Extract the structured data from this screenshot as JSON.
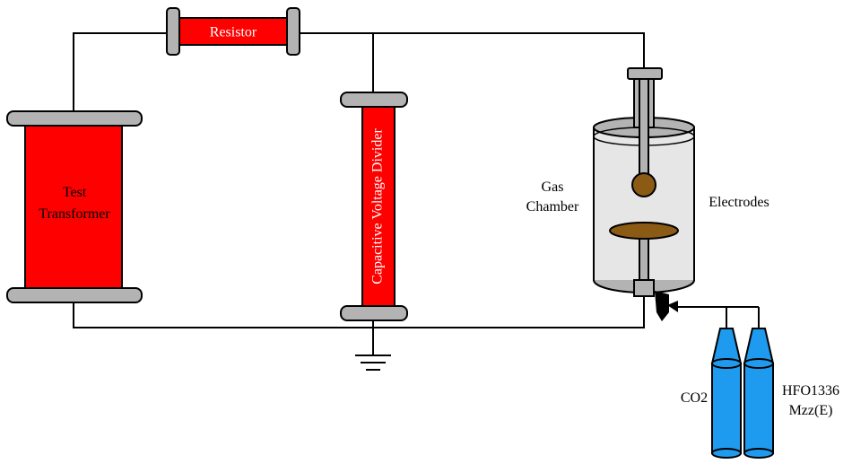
{
  "labels": {
    "resistor": "Resistor",
    "transformer_line1": "Test",
    "transformer_line2": "Transformer",
    "divider": "Capacitive Voltage Divider",
    "chamber_line1": "Gas",
    "chamber_line2": "Chamber",
    "electrodes": "Electrodes",
    "gas1": "CO2",
    "gas2_line1": "HFO1336",
    "gas2_line2": "Mzz(E)"
  },
  "colors": {
    "component_red": "#ff0000",
    "plate_gray": "#b3b3b3",
    "electrode_brown": "#8b5a14",
    "cylinder_blue": "#1e9bef",
    "chamber_fill": "#e6e6e6"
  }
}
